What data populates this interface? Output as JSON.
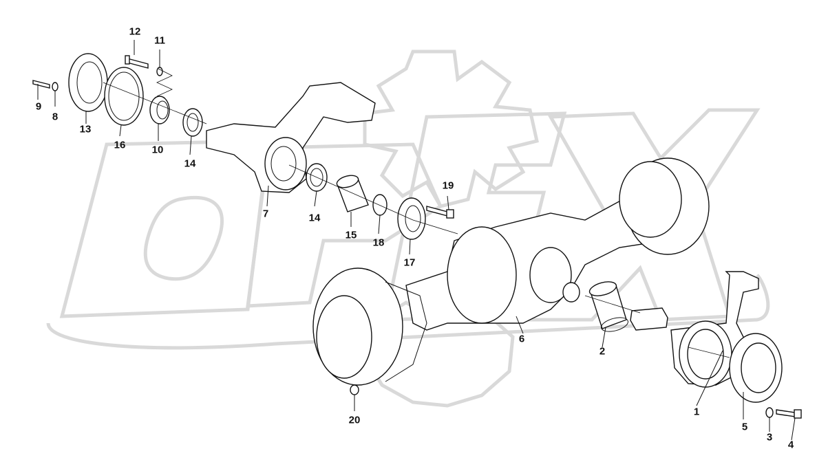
{
  "watermark": {
    "text": "OPEX",
    "color": "#d9d9d9"
  },
  "labels": {
    "n1": "1",
    "n2": "2",
    "n3": "3",
    "n4": "4",
    "n5": "5",
    "n6": "6",
    "n7": "7",
    "n8": "8",
    "n9": "9",
    "n10": "10",
    "n11": "11",
    "n12": "12",
    "n13": "13",
    "n14a": "14",
    "n14b": "14",
    "n15": "15",
    "n16": "16",
    "n17": "17",
    "n18": "18",
    "n19": "19",
    "n20": "20"
  },
  "colors": {
    "line": "#111111",
    "background": "#ffffff",
    "watermark": "#d9d9d9"
  }
}
